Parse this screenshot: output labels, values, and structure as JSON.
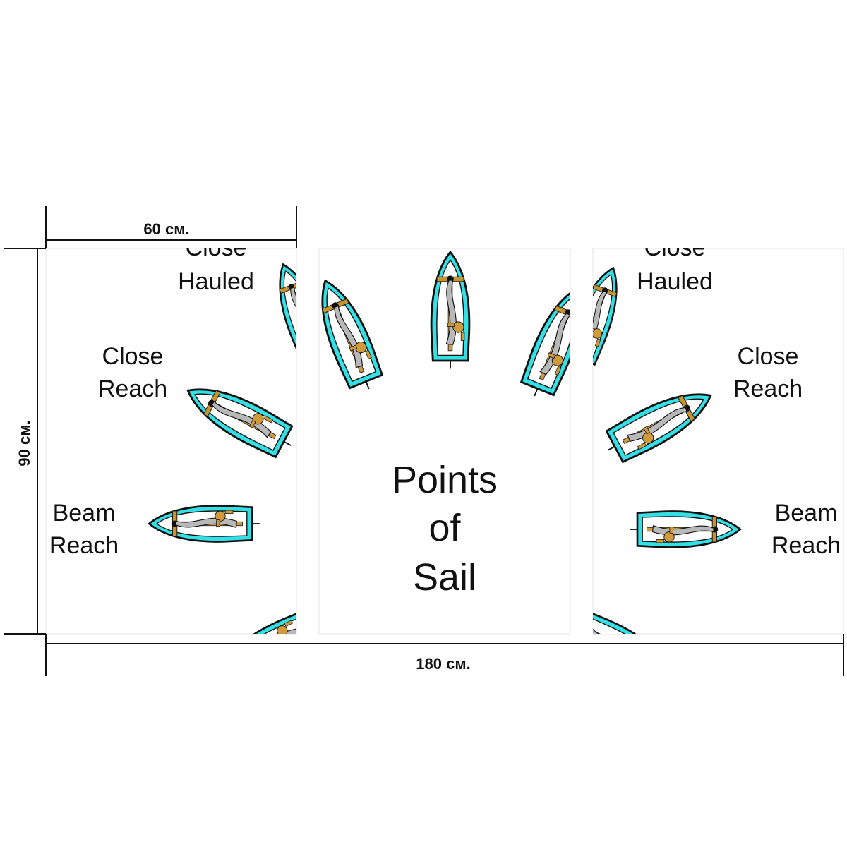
{
  "dimensions": {
    "panel_width": "60 см.",
    "total_width": "180 см.",
    "height": "90 см."
  },
  "title": {
    "line1": "Points",
    "line2": "of",
    "line3": "Sail"
  },
  "left_panel": {
    "close_hauled": [
      "Close",
      "Hauled"
    ],
    "close_reach": [
      "Close",
      "Reach"
    ],
    "beam_reach": [
      "Beam",
      "Reach"
    ]
  },
  "right_panel": {
    "close_hauled": [
      "Close",
      "Hauled"
    ],
    "close_reach": [
      "Close",
      "Reach"
    ],
    "beam_reach": [
      "Beam",
      "Reach"
    ]
  },
  "colors": {
    "hull": "#33e0e6",
    "outline": "#111111",
    "sail": "#b8b8b8",
    "wood": "#c8922e",
    "sailor": "#d19a3a"
  },
  "icons": [
    "sailboat-icon"
  ]
}
